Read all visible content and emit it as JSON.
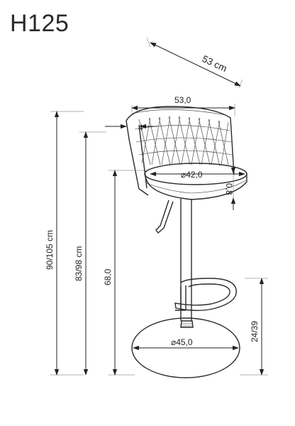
{
  "product": {
    "model": "H125"
  },
  "dimensions": {
    "depth_total": "53 cm",
    "backrest_width": "53,0",
    "backrest_thickness": "4",
    "seat_diameter": "⌀42,0",
    "seat_thickness": "0,8",
    "total_height": "90/105 cm",
    "backrest_height": "83/98 cm",
    "seat_height": "68,0",
    "footrest_height": "24/39",
    "base_diameter": "⌀45,0"
  }
}
